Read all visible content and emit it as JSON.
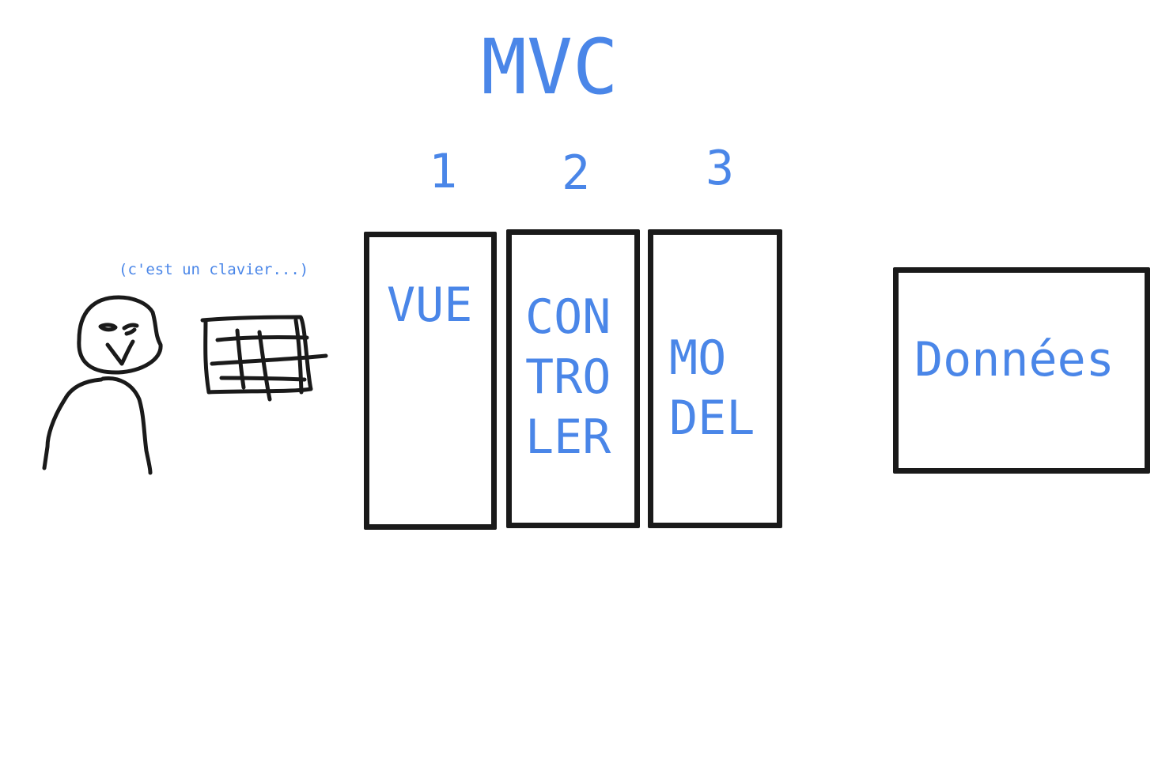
{
  "title": "MVC",
  "steps": {
    "one": "1",
    "two": "2",
    "three": "3"
  },
  "boxes": {
    "vue": "VUE",
    "controler": "CON\nTRO\nLER",
    "model": "MO\nDEL",
    "donnees": "Données"
  },
  "keyboard_caption": "(c'est un clavier...)",
  "colors": {
    "text": "#4a86e8",
    "stroke": "#1a1a1a"
  },
  "icons": {
    "user": "stick-figure-icon",
    "keyboard": "keyboard-sketch-icon"
  }
}
